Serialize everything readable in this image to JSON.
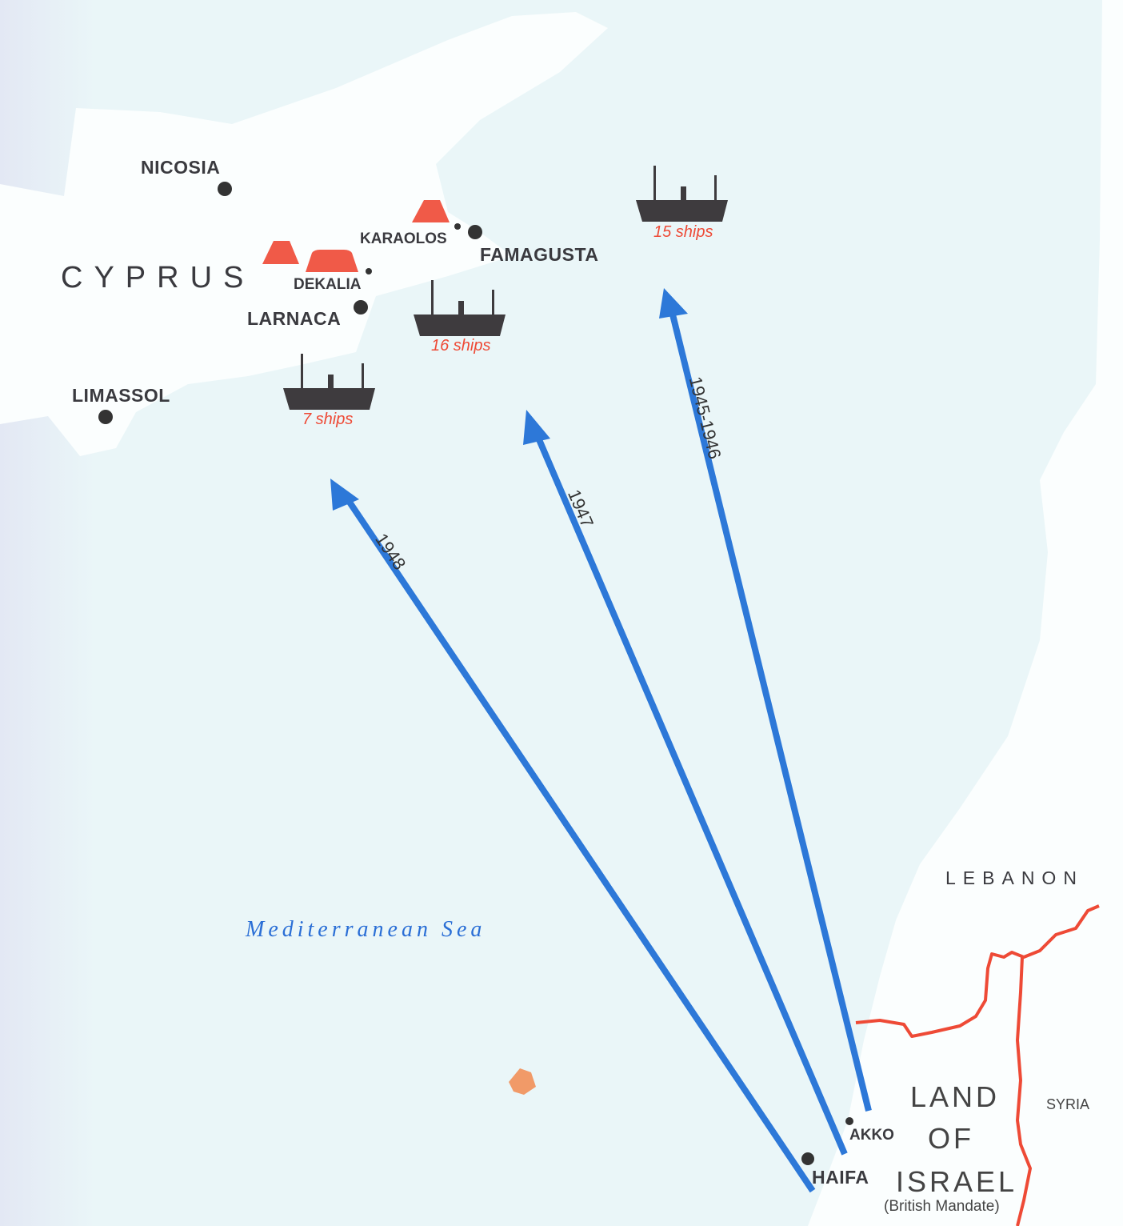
{
  "map": {
    "island": "CYPRUS",
    "cities": {
      "nicosia": "NICOSIA",
      "famagusta": "FAMAGUSTA",
      "karaolos": "KARAOLOS",
      "dekalia": "DEKALIA",
      "larnaca": "LARNACA",
      "limassol": "LIMASSOL",
      "akko": "AKKO",
      "haifa": "HAIFA"
    },
    "ships": {
      "famagusta": "15 ships",
      "larnaca": "16 ships",
      "limassol": "7 ships"
    },
    "routes": {
      "route1": "1945-1946",
      "route2": "1947",
      "route3": "1948"
    },
    "sea": "Mediterranean Sea",
    "regions": {
      "lebanon": "LEBANON",
      "syria": "SYRIA",
      "land_line1": "LAND",
      "land_line2": "OF",
      "land_line3": "ISRAEL",
      "mandate": "(British Mandate)"
    },
    "colors": {
      "sea": "#eaf6f8",
      "land": "#fbfefe",
      "route": "#2d78d8",
      "camp": "#f05a48",
      "ship": "#3e3b3e",
      "border": "#ee4a36",
      "ship_label": "#ee4a36",
      "sea_label": "#2b6fd6"
    },
    "icons": [
      "tent-icon",
      "ship-icon",
      "city-dot-icon",
      "arrow-icon"
    ]
  }
}
